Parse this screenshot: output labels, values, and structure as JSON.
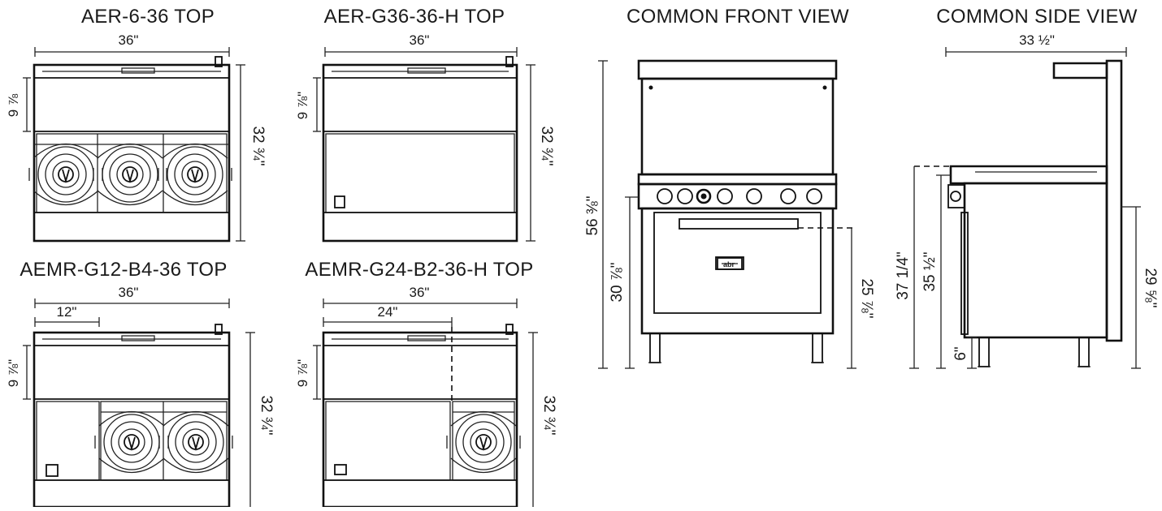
{
  "views": {
    "aer_6_36": {
      "title": "AER-6-36 TOP",
      "width": "36\"",
      "depth": "32 ¾\"",
      "splash": "9 ⅞"
    },
    "aer_g36_36_h": {
      "title": "AER-G36-36-H TOP",
      "width": "36\"",
      "depth": "32 ¾\"",
      "splash": "9 ⅞\""
    },
    "aemr_g12_b4_36": {
      "title": "AEMR-G12-B4-36 TOP",
      "width": "36\"",
      "griddle_width": "12\"",
      "depth": "32 ¾\"",
      "splash": "9 ⅞\""
    },
    "aemr_g24_b2_36_h": {
      "title": "AEMR-G24-B2-36-H TOP",
      "width": "36\"",
      "griddle_width": "24\"",
      "depth": "32 ¾\"",
      "splash": "9 ⅞\""
    },
    "front": {
      "title": "COMMON FRONT VIEW",
      "overall_height": "56 ⅜\"",
      "work_height": "30 ⅞\"",
      "oven_height": "25 ⅞\"",
      "badge": "abr"
    },
    "side": {
      "title": "COMMON SIDE VIEW",
      "depth": "33 ½\"",
      "height_a": "37 1/4\"",
      "height_b": "35 ½\"",
      "height_c": "29 ⅝\"",
      "leg": "6\""
    }
  }
}
